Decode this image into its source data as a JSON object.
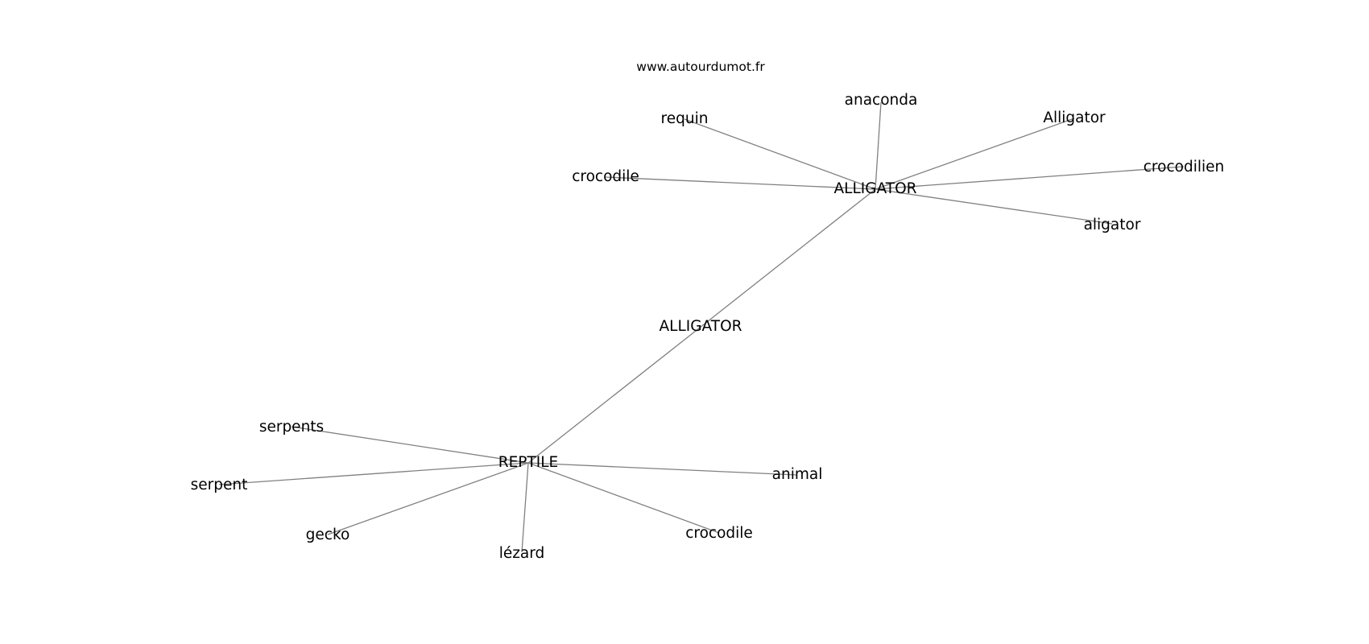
{
  "watermark": "www.autourdumot.fr",
  "colors": {
    "edge": "#808080",
    "text": "#000000",
    "background": "#ffffff"
  },
  "nodes": [
    {
      "id": "center",
      "label": "ALLIGATOR"
    },
    {
      "id": "hub-alligator",
      "label": "ALLIGATOR"
    },
    {
      "id": "hub-reptile",
      "label": "REPTILE"
    },
    {
      "id": "requin",
      "label": "requin"
    },
    {
      "id": "anaconda",
      "label": "anaconda"
    },
    {
      "id": "alligator-cap",
      "label": "Alligator"
    },
    {
      "id": "crocodile-top",
      "label": "crocodile"
    },
    {
      "id": "crocodilien",
      "label": "crocodilien"
    },
    {
      "id": "aligator",
      "label": "aligator"
    },
    {
      "id": "serpents",
      "label": "serpents"
    },
    {
      "id": "serpent",
      "label": "serpent"
    },
    {
      "id": "gecko",
      "label": "gecko"
    },
    {
      "id": "lezard",
      "label": "lézard"
    },
    {
      "id": "crocodile-bottom",
      "label": "crocodile"
    },
    {
      "id": "animal",
      "label": "animal"
    }
  ],
  "edges": [
    [
      "hub-alligator",
      "hub-reptile"
    ],
    [
      "hub-alligator",
      "requin"
    ],
    [
      "hub-alligator",
      "anaconda"
    ],
    [
      "hub-alligator",
      "alligator-cap"
    ],
    [
      "hub-alligator",
      "crocodile-top"
    ],
    [
      "hub-alligator",
      "crocodilien"
    ],
    [
      "hub-alligator",
      "aligator"
    ],
    [
      "hub-reptile",
      "serpents"
    ],
    [
      "hub-reptile",
      "serpent"
    ],
    [
      "hub-reptile",
      "gecko"
    ],
    [
      "hub-reptile",
      "lezard"
    ],
    [
      "hub-reptile",
      "crocodile-bottom"
    ],
    [
      "hub-reptile",
      "animal"
    ]
  ]
}
